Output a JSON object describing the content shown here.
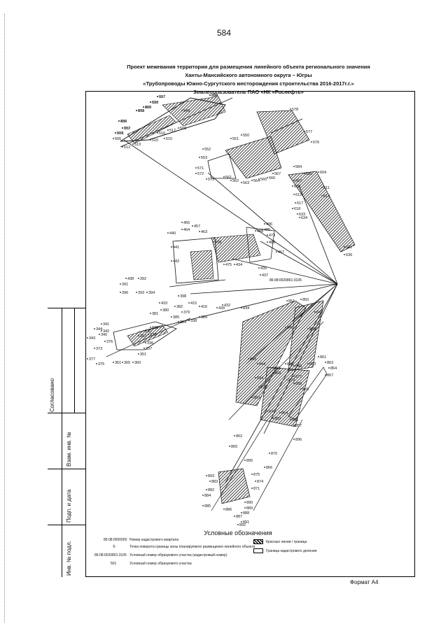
{
  "page_number": "584",
  "title_lines": [
    "Проект межевания территории для размещения линейного объекта регионального значения",
    "Ханты-Мансийского автономного округа – Югры",
    "«Трубопроводы Южно-Сургутского месторождения строительства 2016-2017г.г.»",
    "Землепользователь ПАО «НК «Роснефть»"
  ],
  "side_stamp": {
    "approved": "Согласовано",
    "replaced_inv": "Взам. инв. №",
    "signature_date": "Подп. и дата",
    "inv_original": "Инв. № подл."
  },
  "map": {
    "center_label": "86:08:0020801:3105",
    "point_labels": [
      "527",
      "528",
      "534",
      "495",
      "496",
      "492",
      "502",
      "504",
      "505",
      "512",
      "510",
      "513",
      "515",
      "516",
      "517",
      "508",
      "549",
      "552",
      "551",
      "550",
      "553",
      "571",
      "572",
      "573",
      "561",
      "562",
      "563",
      "564",
      "565",
      "566",
      "567",
      "578",
      "577",
      "576",
      "584",
      "585",
      "604",
      "607",
      "608",
      "612",
      "617",
      "618",
      "633",
      "634",
      "611",
      "614",
      "621",
      "636",
      "456",
      "457",
      "464",
      "463",
      "440",
      "441",
      "442",
      "478",
      "486",
      "485",
      "473",
      "488",
      "489",
      "467",
      "475",
      "434",
      "435",
      "437",
      "438",
      "392",
      "391",
      "396",
      "393",
      "394",
      "398",
      "415",
      "416",
      "428",
      "432",
      "433",
      "380",
      "381",
      "382",
      "379",
      "385",
      "384",
      "389",
      "338",
      "341",
      "344",
      "343",
      "340",
      "342",
      "376",
      "373",
      "377",
      "375",
      "365",
      "361",
      "360",
      "351",
      "337",
      "336",
      "353",
      "333",
      "330",
      "836",
      "834",
      "851",
      "850",
      "849",
      "835",
      "840",
      "843",
      "844",
      "845",
      "846",
      "848",
      "853",
      "861",
      "863",
      "864",
      "867",
      "868",
      "872",
      "876",
      "877",
      "879",
      "880",
      "855",
      "854",
      "856",
      "857",
      "859",
      "860",
      "862",
      "865",
      "866",
      "870",
      "875",
      "874",
      "871",
      "883",
      "882",
      "884",
      "885",
      "886",
      "887",
      "888",
      "889",
      "890",
      "891",
      "892",
      "893",
      "894",
      "895",
      "896",
      "897",
      "898",
      "899",
      "900",
      "839",
      "878",
      "857",
      "873"
    ]
  },
  "legend": {
    "title": "Условные обозначения",
    "items": [
      {
        "symbol": "86:08:0000000",
        "text": "Номер кадастрового квартала"
      },
      {
        "symbol": "·5·",
        "text": "Точка поворота границы зоны планируемого размещения линейного объекта"
      },
      {
        "symbol": "86:08:0020801:3105",
        "text": "Условный номер образуемого участка (кадастровый номер)"
      },
      {
        "symbol": "501",
        "text": "Условный номер образуемого участка"
      },
      {
        "symbol": "",
        "text": "Красные линии / граница"
      },
      {
        "symbol": "",
        "text": "Граница кадастрового деления"
      }
    ]
  },
  "format_label": "Формат А4",
  "colors": {
    "ink": "#111111",
    "hatch": "#222222",
    "paper": "#ffffff"
  }
}
